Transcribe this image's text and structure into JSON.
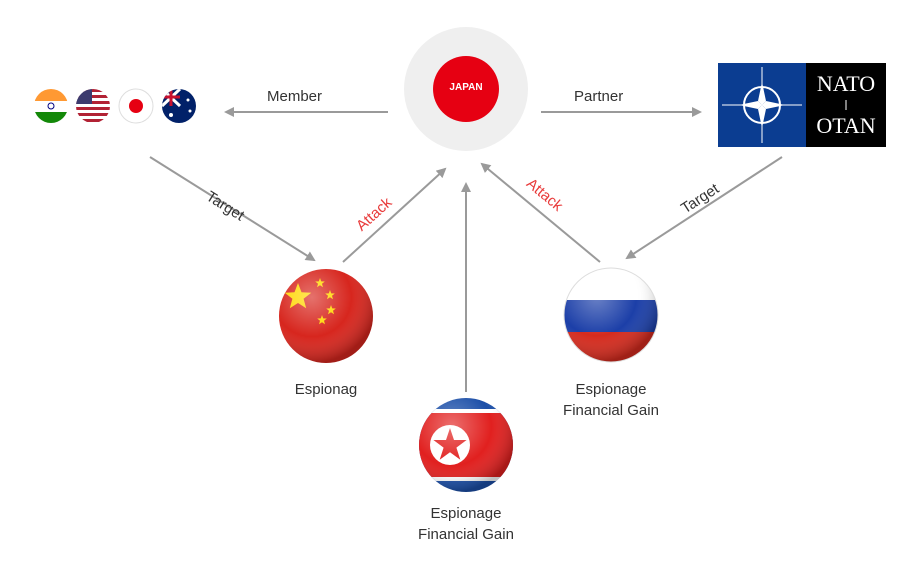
{
  "center": {
    "label": "JAPAN"
  },
  "partners": {
    "quad": {
      "flags": [
        "india-flag",
        "usa-flag",
        "japan-flag",
        "australia-flag"
      ]
    },
    "nato": {
      "line1": "NATO",
      "line2": "OTAN"
    }
  },
  "relations": {
    "member": "Member",
    "partner": "Partner",
    "target_left": "Target",
    "target_right": "Target",
    "attack_china": "Attack",
    "attack_russia": "Attack"
  },
  "actors": {
    "china": {
      "line1": "Espionag"
    },
    "north_korea": {
      "line1": "Espionage",
      "line2": "Financial Gain"
    },
    "russia": {
      "line1": "Espionage",
      "line2": "Financial Gain"
    }
  },
  "colors": {
    "arrow": "#9a9a9a",
    "attack": "#e83a3a",
    "japan_red": "#e60012",
    "nato_blue": "#0b3d91",
    "china_red": "#d7261e",
    "star_yellow": "#ffd700"
  }
}
